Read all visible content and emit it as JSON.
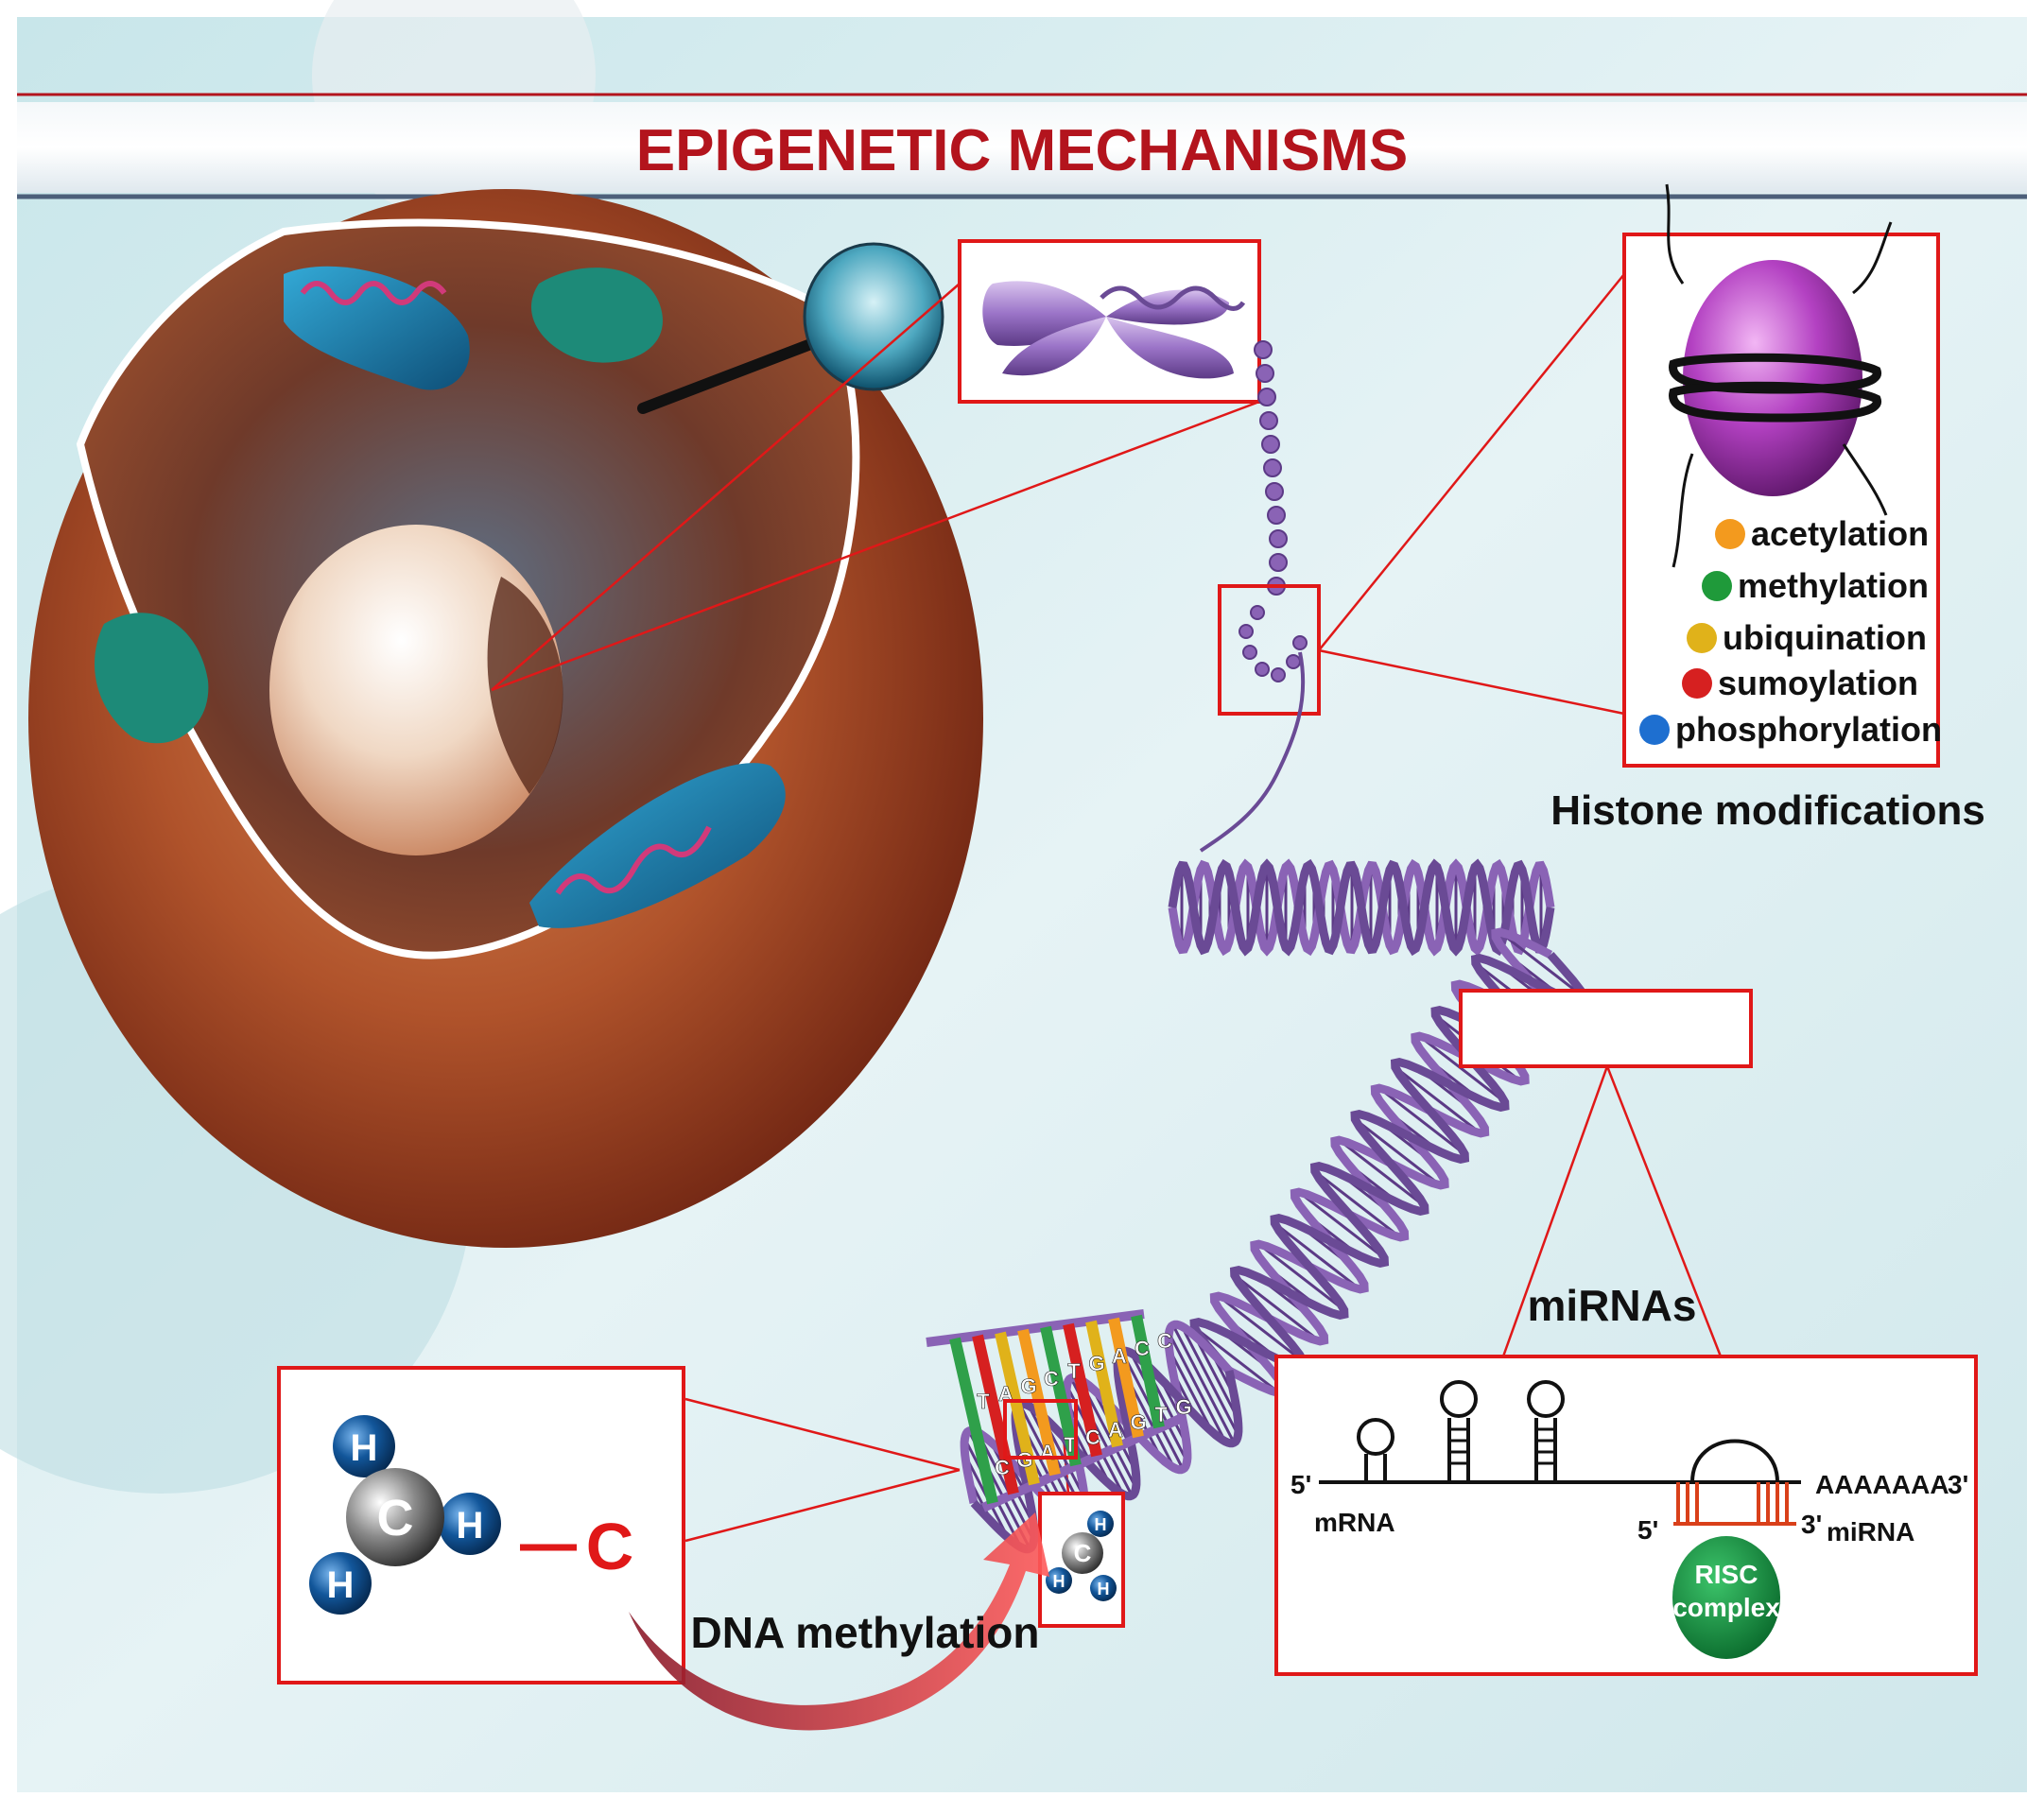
{
  "title": "EPIGENETIC MECHANISMS",
  "histone": {
    "caption": "Histone modifications",
    "modifications": [
      {
        "label": "acetylation",
        "color": "#f39a1e"
      },
      {
        "label": "methylation",
        "color": "#1f9a3a"
      },
      {
        "label": "ubiquination",
        "color": "#e0b21a"
      },
      {
        "label": "sumoylation",
        "color": "#d62020"
      },
      {
        "label": "phosphorylation",
        "color": "#1e6fd0"
      }
    ]
  },
  "methylation": {
    "caption": "DNA methylation",
    "atoms": {
      "carbon": "C",
      "hydrogen": "H",
      "bonded_carbon": "C"
    }
  },
  "mirna": {
    "caption": "miRNAs",
    "five_prime": "5'",
    "three_prime": "3'",
    "mrna_label": "mRNA",
    "poly_a": "AAAAAAA",
    "mirna_five_prime": "5'",
    "mirna_three_prime": "3'",
    "mirna_label": "miRNA",
    "risc_line1": "RISC",
    "risc_line2": "complex"
  },
  "dna_bases": [
    "T",
    "C",
    "A",
    "G",
    "G",
    "A",
    "C",
    "T",
    "T",
    "C",
    "G",
    "A",
    "A",
    "G",
    "C",
    "T",
    "C",
    "G"
  ],
  "colors": {
    "title_red": "#b3141d",
    "frame_red": "#e01818",
    "dna_purple": "#8a63b5",
    "histone_purple": "#b040c0",
    "risc_green": "#0f8a3c",
    "atom_blue": "#12569a",
    "atom_gray": "#7a7a7a"
  }
}
